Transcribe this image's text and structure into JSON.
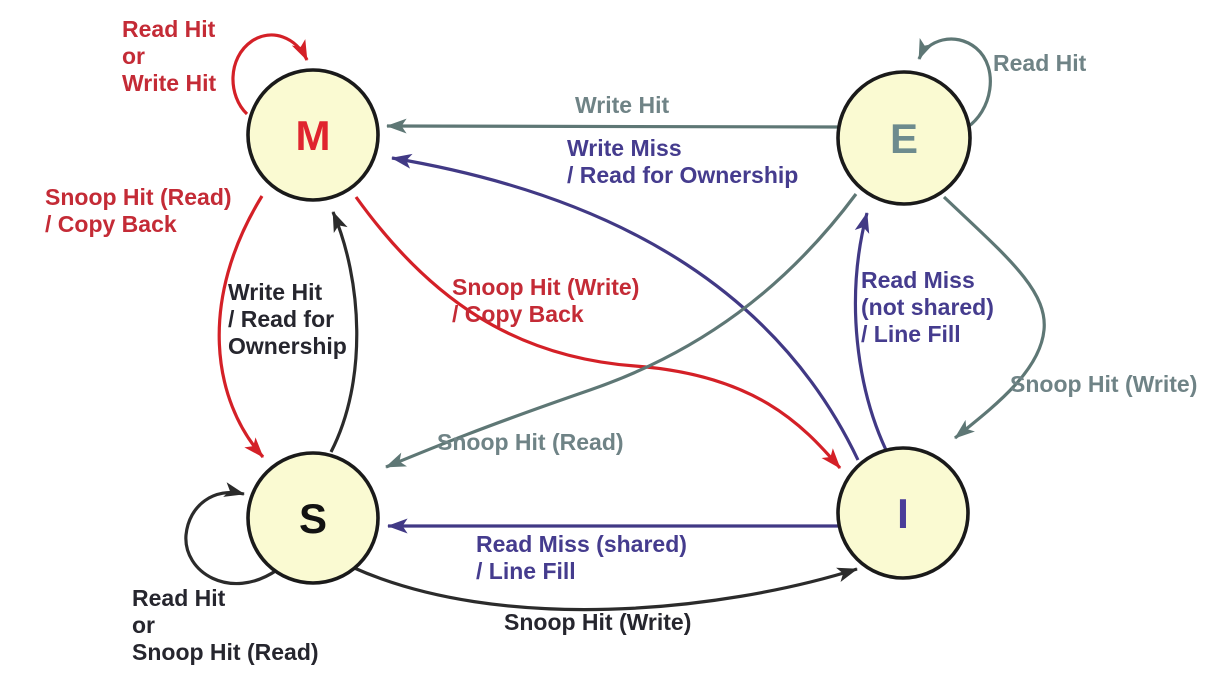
{
  "diagram": {
    "kind": "state-machine",
    "colors": {
      "red": "#D42027",
      "gray": "#5E7775",
      "purple": "#413985",
      "black": "#2B2B2B",
      "red_text": "#C42B36",
      "gray_text": "#6F8386",
      "purple_text": "#453C8E",
      "black_text": "#26262E",
      "state_fill": "#FAFAD2",
      "state_border": "#1A1A1A",
      "letter_M": "#E0242E",
      "letter_E": "#6D8B8E",
      "letter_S": "#121212",
      "letter_I": "#4A3D99"
    },
    "states": {
      "M": {
        "label": "M"
      },
      "E": {
        "label": "E"
      },
      "S": {
        "label": "S"
      },
      "I": {
        "label": "I"
      }
    },
    "labels": {
      "m_self": "Read Hit\nor\nWrite Hit",
      "e_self": "Read Hit",
      "e_to_m": "Write Hit",
      "i_to_m": "Write Miss\n/ Read for Ownership",
      "m_to_s": "Snoop Hit (Read)\n/ Copy Back",
      "s_to_m": "Write Hit\n/ Read for\nOwnership",
      "m_to_i": "Snoop Hit (Write)\n/ Copy Back",
      "i_to_e": "Read Miss\n(not shared)\n/ Line Fill",
      "e_to_i": "Snoop Hit (Write)",
      "e_to_s": "Snoop Hit (Read)",
      "i_to_s": "Read Miss (shared)\n/ Line Fill",
      "s_to_i": "Snoop Hit (Write)",
      "s_self": "Read Hit\nor\nSnoop Hit (Read)"
    }
  }
}
